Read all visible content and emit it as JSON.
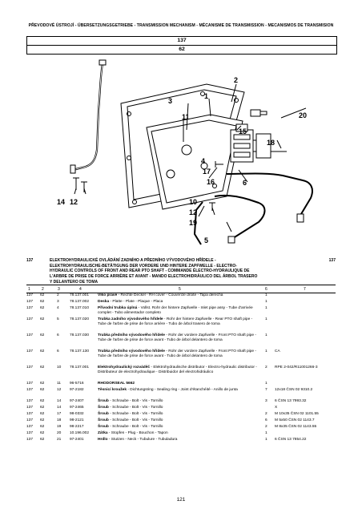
{
  "page_title": "PŘEVODOVÉ ÚSTROJÍ - ÜBERSETZUNGSGETRIEBE - TRANSMISSION MECHANISM - MÉCANISME DE TRANSMISSION - MECANISMOS DE TRANSMISION",
  "section_code": "137",
  "figure_code": "62",
  "figure_callouts": [
    "3",
    "11",
    "1",
    "2",
    "15",
    "20",
    "18",
    "6",
    "4",
    "17",
    "16",
    "14",
    "12",
    "10",
    "12",
    "19",
    "5"
  ],
  "group_header": {
    "group": "137",
    "fig": "62",
    "description": "ELEKTROHYDRAULICKÉ OVLÁDÁNÍ ZADNÍHO A PŘEDNÍHO VÝVODOVÉHO HŘÍDELE - ELEKTROHYDRAULISCHE-BETÄTIGUNG DER VORDERE UND HINTERE ZAPFWELLE - ELECTRO-HYDRAULIC CONTROLS OF FRONT AND REAR PTO SHAFT - COMMANDE ÉLECTRO-HYDRAULIQUE DE L'ARBRE DE PRISE DE FORCE ARRIÈRE ET AVANT - MANDO ELECTROHIDRÁULICO DEL ÁRBOL TRASERO Y DELANTERO DE TOMA",
    "group_right": "137"
  },
  "columns": [
    "1",
    "2",
    "3",
    "4",
    "5",
    "6",
    "7"
  ],
  "rows": [
    {
      "g": "137",
      "f": "62",
      "pos": "2",
      "part": "78.137.001",
      "name": "Víko pravé",
      "desc": " - Rechte Deckel - RH cover - Couvercle droite - Tapa derecha",
      "qty": "1",
      "note": ""
    },
    {
      "g": "137",
      "f": "62",
      "pos": "3",
      "part": "78.137.002",
      "name": "Deska",
      "desc": " - Platte - Plate - Plaque - Placa",
      "qty": "1",
      "note": ""
    },
    {
      "g": "137",
      "f": "62",
      "pos": "4",
      "part": "78.137.010",
      "name": "Přívodní trubka úplná",
      "desc": " - Vollst. Rohr der hintere Zapfwelle - Inlet pipe assy - Tube d'arrivée complet - Tubo alimentador completo",
      "qty": "1",
      "note": ""
    },
    {
      "g": "137",
      "f": "62",
      "pos": "5",
      "part": "78.137.020",
      "name": "Trubka zadního vývodového hřídele",
      "desc": " - Rohr der hintere Zapfwelle - Rear PTO shaft pipe - Tube de l'arbre de prise de force arrière - Tubo de árbol trasero de toma",
      "qty": "1",
      "note": ""
    },
    {
      "g": "137",
      "f": "62",
      "pos": "6",
      "part": "78.137.030",
      "name": "Trubka předního vývodového hřídele",
      "desc": " - Rohr der vordere Zapfwelle - Front PTO shaft pipe - Tube de l'arbre de prise de force avant - Tubo de árbol delantero de toma",
      "qty": "1",
      "note": ""
    },
    {
      "g": "137",
      "f": "62",
      "pos": "6",
      "part": "78.137.130",
      "name": "Trubka předního vývodového hřídele",
      "desc": " - Rohr der vordere Zapfwelle - Front PTO shaft pipe - Tube de l'arbre de prise de force avant - Tubo de árbol delantero de toma",
      "qty": "1",
      "note": "CA"
    },
    {
      "g": "137",
      "f": "62",
      "pos": "10",
      "part": "78.137.001",
      "name": "Elektrohydraulický rozváděč",
      "desc": " - Elektrohydraulische distributor - Electro-hydraulic distributor - Distributeur de electrohydraulique - Distribuidor del electrohidráulico",
      "qty": "2",
      "note": "RPE 2-042/R11001266-3"
    },
    {
      "g": "137",
      "f": "62",
      "pos": "11",
      "part": "96-5716",
      "name": "RHODORSEAL 5662",
      "desc": "",
      "qty": "1",
      "note": ""
    },
    {
      "g": "137",
      "f": "62",
      "pos": "12",
      "part": "97-2182",
      "name": "Těsnicí kroužek",
      "desc": " - Dichtungsring - Sealing ring - Joint d'étanchéité - Anillo de junta",
      "qty": "7",
      "note": "12x18 ČSN 02 9310.2"
    },
    {
      "g": "137",
      "f": "62",
      "pos": "14",
      "part": "97-2407",
      "name": "Šroub",
      "desc": " - Schraube - Bolt - Vis - Tornillo",
      "qty": "3",
      "note": "6 ČSN 13 7993.32"
    },
    {
      "g": "137",
      "f": "62",
      "pos": "14",
      "part": "97-2465",
      "name": "Šroub",
      "desc": " - Schraube - Bolt - Vis - Tornillo",
      "qty": "",
      "note": "X"
    },
    {
      "g": "137",
      "f": "62",
      "pos": "17",
      "part": "98-0332",
      "name": "Šroub",
      "desc": " - Schraube - Bolt - Vis - Tornillo",
      "qty": "2",
      "note": "M 10x35 ČSN 02 1101.55"
    },
    {
      "g": "137",
      "f": "62",
      "pos": "18",
      "part": "98-2121",
      "name": "Šroub",
      "desc": " - Schraube - Bolt - Vis - Tornillo",
      "qty": "6",
      "note": "M 5x50 ČSN 02 1143.7"
    },
    {
      "g": "137",
      "f": "62",
      "pos": "19",
      "part": "98-2217",
      "name": "Šroub",
      "desc": " - Schraube - Bolt - Vis - Tornillo",
      "qty": "2",
      "note": "M 8x35 ČSN 02 1143.55"
    },
    {
      "g": "137",
      "f": "62",
      "pos": "20",
      "part": "10.196.002",
      "name": "Zátka",
      "desc": " - Stopfen - Plug - Bouchon - Tapon",
      "qty": "1",
      "note": ""
    },
    {
      "g": "137",
      "f": "62",
      "pos": "21",
      "part": "97-2401",
      "name": "Hrdlo",
      "desc": " - Stutzen - Neck - Tubulure - Tubuladura",
      "qty": "1",
      "note": "6 ČSN 13 7854.22"
    }
  ],
  "page_number": "121"
}
